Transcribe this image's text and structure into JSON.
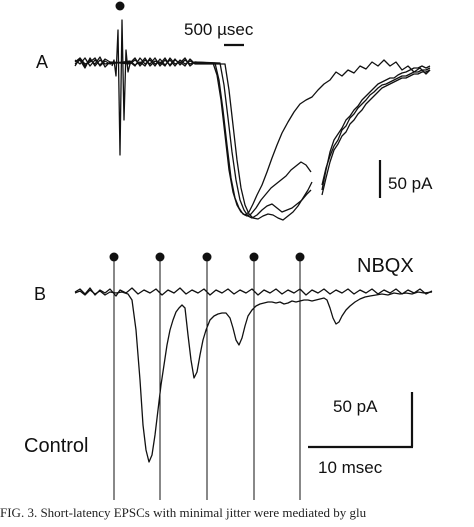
{
  "panel_a": {
    "label": "A",
    "scale_time": "500 µsec",
    "scale_amp": "50 pA"
  },
  "panel_b": {
    "label": "B",
    "condition_top": "NBQX",
    "condition_bottom": "Control",
    "scale_amp": "50 pA",
    "scale_time": "10 msec"
  },
  "caption": {
    "text": "FIG. 3.   Short-latency EPSCs with minimal jitter were mediated by glu"
  }
}
